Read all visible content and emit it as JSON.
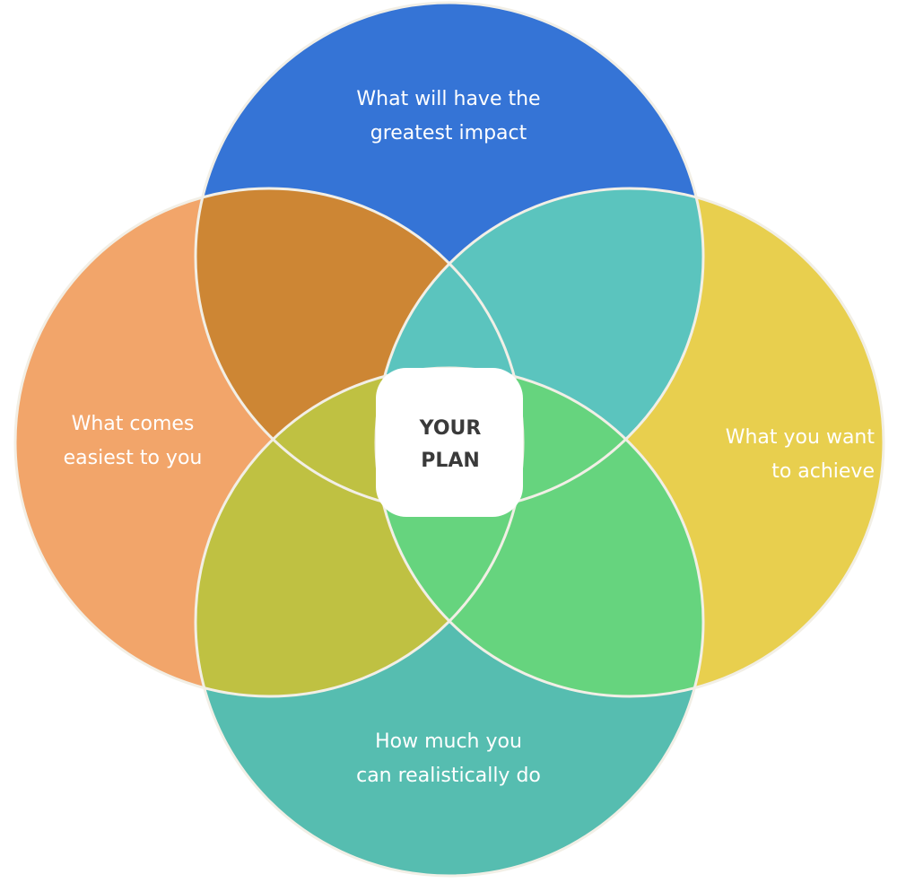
{
  "diagram": {
    "center": {
      "line1": "YOUR",
      "line2": "PLAN"
    },
    "circles": {
      "top": {
        "line1": "What will have the",
        "line2": "greatest impact",
        "color": "#3574D6"
      },
      "left": {
        "line1": "What comes",
        "line2": "easiest to you",
        "color": "#F2A56A"
      },
      "right": {
        "line1": "What you want",
        "line2": "to achieve",
        "color": "#E8CF4E"
      },
      "bottom": {
        "line1": "How much you",
        "line2": "can realistically do",
        "color": "#56BDB0"
      }
    },
    "overlaps": {
      "top_left": "#CD8634",
      "top_right": "#5BC4BE",
      "bottom_left": "#BFC142",
      "bottom_right": "#66D47E",
      "center_outer": "#FFFFFF"
    },
    "outline_color": "#F2EFE6"
  }
}
